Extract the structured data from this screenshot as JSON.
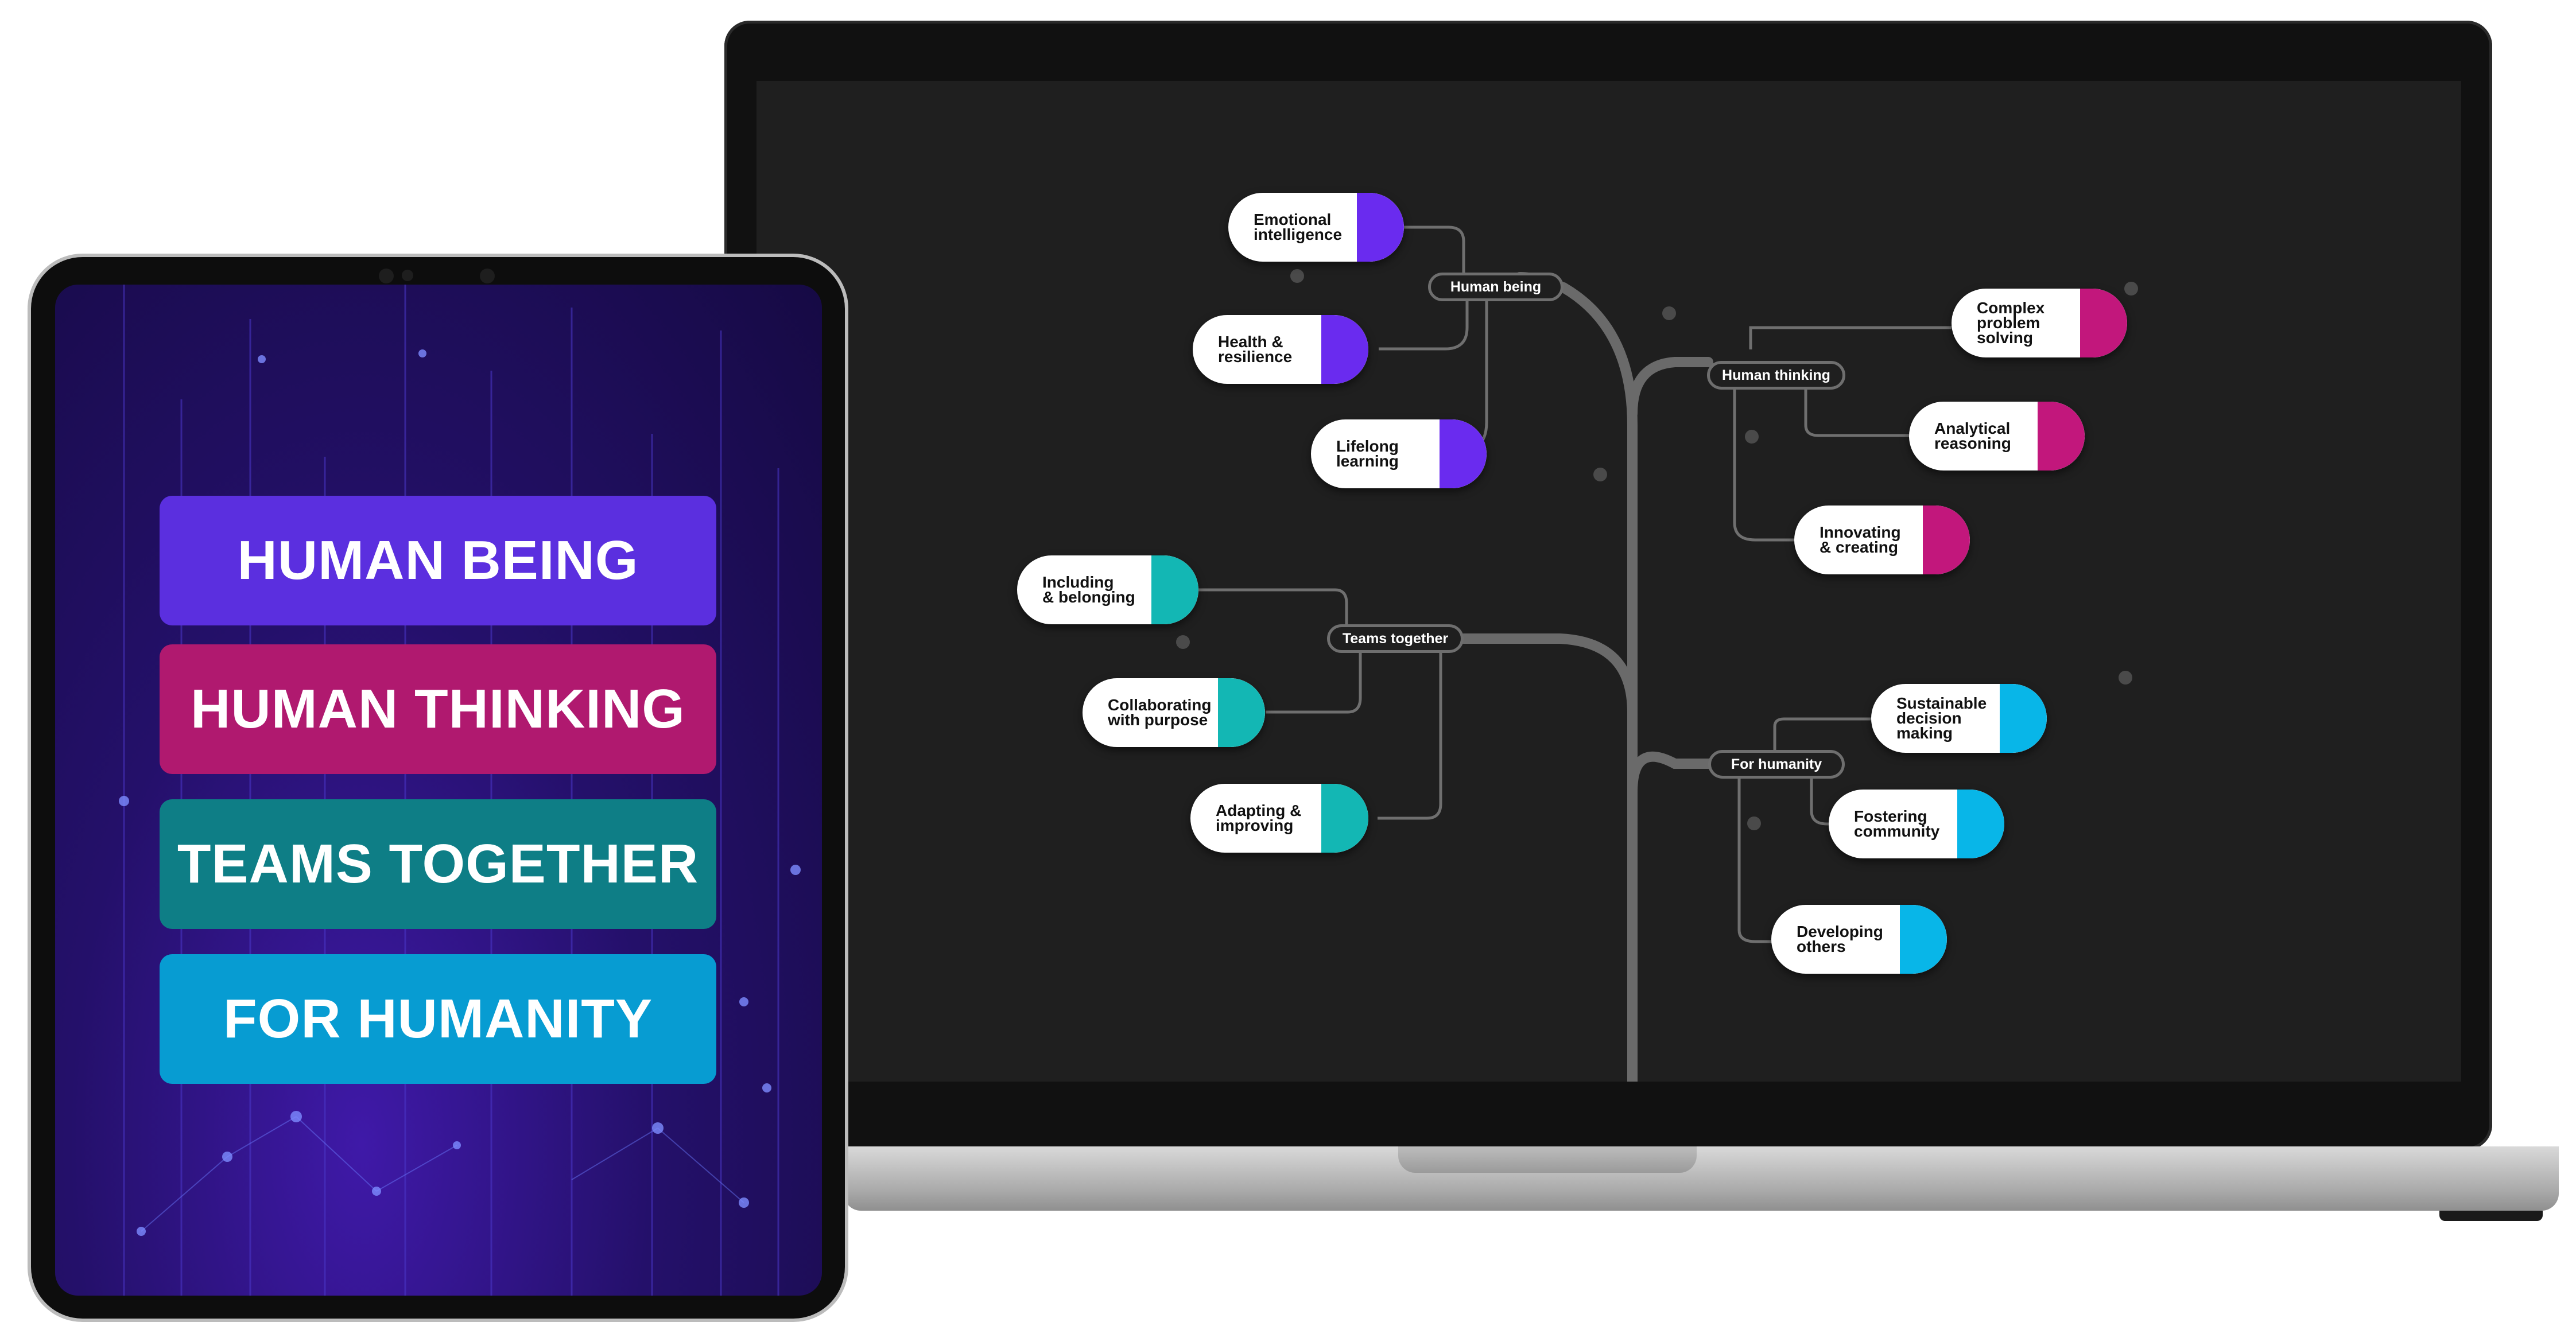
{
  "colors": {
    "human_being": "#6a2bef",
    "human_thinking": "#c2177c",
    "teams_together": "#13b7b4",
    "for_humanity": "#08b6e8",
    "btn_being": "#5b2fdf",
    "btn_thinking": "#b0196f",
    "btn_teams": "#0e7e86",
    "btn_humanity": "#079cd2"
  },
  "tablet": {
    "buttons": [
      {
        "label": "HUMAN BEING"
      },
      {
        "label": "HUMAN THINKING"
      },
      {
        "label": "TEAMS TOGETHER"
      },
      {
        "label": "FOR HUMANITY"
      }
    ]
  },
  "mindmap": {
    "hubs": {
      "human_being": "Human being",
      "human_thinking": "Human thinking",
      "teams_together": "Teams together",
      "for_humanity": "For humanity"
    },
    "nodes": {
      "emotional_intelligence": "Emotional\nintelligence",
      "health_resilience": "Health &\nresilience",
      "lifelong_learning": "Lifelong\nlearning",
      "complex_problem_solving": "Complex\nproblem\nsolving",
      "analytical_reasoning": "Analytical\nreasoning",
      "innovating_creating": "Innovating\n& creating",
      "including_belonging": "Including\n& belonging",
      "collaborating_purpose": "Collaborating\nwith purpose",
      "adapting_improving": "Adapting &\nimproving",
      "sustainable_decision": "Sustainable\ndecision\nmaking",
      "fostering_community": "Fostering\ncommunity",
      "developing_others": "Developing\nothers"
    }
  }
}
